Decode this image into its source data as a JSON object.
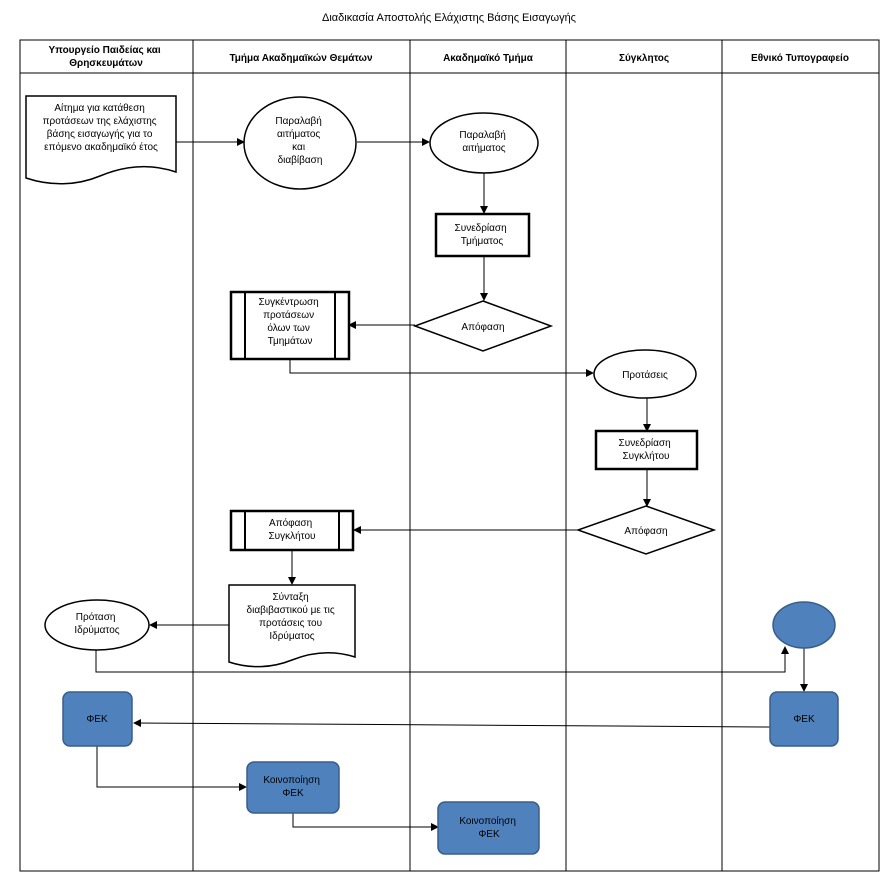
{
  "title": "Διαδικασία Αποστολής Ελάχιστης Βάσης Εισαγωγής",
  "lanes": [
    {
      "id": "ministry",
      "label_lines": [
        "Υπουργείο Παιδείας και",
        "Θρησκευμάτων"
      ]
    },
    {
      "id": "academic_affairs",
      "label_lines": [
        "Τμήμα Ακαδημαϊκών Θεμάτων"
      ]
    },
    {
      "id": "academic_dept",
      "label_lines": [
        "Ακαδημαϊκό Τμήμα"
      ]
    },
    {
      "id": "senate",
      "label_lines": [
        "Σύγκλητος"
      ]
    },
    {
      "id": "printing",
      "label_lines": [
        "Εθνικό Τυπογραφείο"
      ]
    }
  ],
  "nodes": {
    "request_doc": {
      "shape": "document",
      "lines": [
        "Αίτημα για κατάθεση",
        "προτάσεων της ελάχιστης",
        "βάσης εισαγωγής για το",
        "επόμενο ακαδημαϊκό έτος"
      ]
    },
    "receive_read": {
      "shape": "ellipse",
      "lines": [
        "Παραλαβή",
        "αιτήματος",
        "και",
        "διαβίβαση"
      ]
    },
    "receive_req": {
      "shape": "ellipse",
      "lines": [
        "Παραλαβή",
        "αιτήματος"
      ]
    },
    "dept_meeting": {
      "shape": "process",
      "lines": [
        "Συνεδρίαση",
        "Τμήματος"
      ]
    },
    "dept_decision": {
      "shape": "decision",
      "lines": [
        "Απόφαση"
      ]
    },
    "collect": {
      "shape": "predefined",
      "lines": [
        "Συγκέντρωση",
        "προτάσεων",
        "όλων των",
        "Τμημάτων"
      ]
    },
    "proposals": {
      "shape": "ellipse",
      "lines": [
        "Προτάσεις"
      ]
    },
    "senate_meeting": {
      "shape": "process",
      "lines": [
        "Συνεδρίαση",
        "Συγκλήτου"
      ]
    },
    "senate_decision": {
      "shape": "decision",
      "lines": [
        "Απόφαση"
      ]
    },
    "senate_decision_doc": {
      "shape": "predefined",
      "lines": [
        "Απόφαση",
        "Συγκλήτου"
      ]
    },
    "compose": {
      "shape": "document",
      "lines": [
        "Σύνταξη",
        "διαβιβαστικού με τις",
        "προτάσεις του",
        "Ιδρύματος"
      ]
    },
    "inst_proposal": {
      "shape": "ellipse",
      "lines": [
        "Πρόταση",
        "Ιδρύματος"
      ]
    },
    "print_circle": {
      "shape": "ellipse-blue",
      "lines": []
    },
    "fek_print": {
      "shape": "rounded-blue",
      "lines": [
        "ΦΕΚ"
      ]
    },
    "fek_ministry": {
      "shape": "rounded-blue",
      "lines": [
        "ΦΕΚ"
      ]
    },
    "notify_1": {
      "shape": "rounded-blue",
      "lines": [
        "Κοινοποίηση",
        "ΦΕΚ"
      ]
    },
    "notify_2": {
      "shape": "rounded-blue",
      "lines": [
        "Κοινοποίηση",
        "ΦΕΚ"
      ]
    }
  },
  "edges": [
    {
      "from": "request_doc",
      "to": "receive_read"
    },
    {
      "from": "receive_read",
      "to": "receive_req"
    },
    {
      "from": "receive_req",
      "to": "dept_meeting"
    },
    {
      "from": "dept_meeting",
      "to": "dept_decision"
    },
    {
      "from": "dept_decision",
      "to": "collect"
    },
    {
      "from": "collect",
      "to": "proposals"
    },
    {
      "from": "proposals",
      "to": "senate_meeting"
    },
    {
      "from": "senate_meeting",
      "to": "senate_decision"
    },
    {
      "from": "senate_decision",
      "to": "senate_decision_doc"
    },
    {
      "from": "senate_decision_doc",
      "to": "compose"
    },
    {
      "from": "compose",
      "to": "inst_proposal"
    },
    {
      "from": "inst_proposal",
      "to": "print_circle"
    },
    {
      "from": "print_circle",
      "to": "fek_print"
    },
    {
      "from": "fek_print",
      "to": "fek_ministry"
    },
    {
      "from": "fek_ministry",
      "to": "notify_1"
    },
    {
      "from": "notify_1",
      "to": "notify_2"
    }
  ],
  "colors": {
    "accent_fill": "#4f81bd",
    "accent_stroke": "#385d8a"
  }
}
